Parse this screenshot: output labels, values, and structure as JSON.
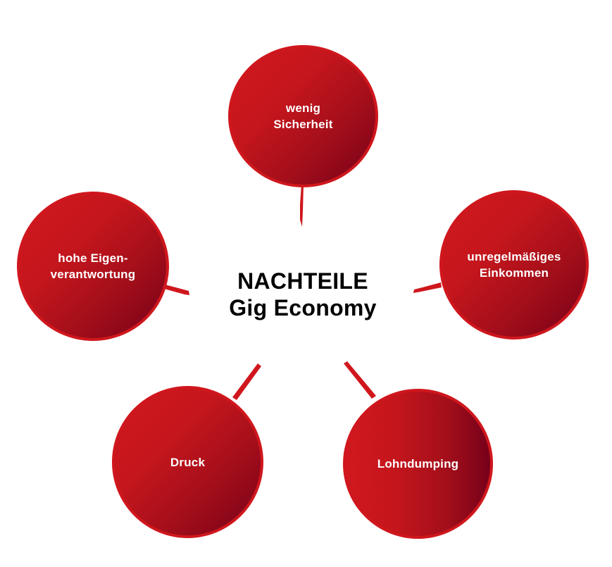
{
  "title": {
    "line1": "NACHTEILE",
    "line2": "Gig Economy"
  },
  "bubbles": [
    {
      "id": "top",
      "label": "wenig\nSicherheit"
    },
    {
      "id": "left",
      "label": "hohe Eigen-\nverantwortung"
    },
    {
      "id": "right",
      "label": "unregelmäßiges\nEinkommen"
    },
    {
      "id": "bottom-left",
      "label": "Druck"
    },
    {
      "id": "bottom-right",
      "label": "Lohndumping"
    }
  ],
  "colors": {
    "bubble_light": "#d0181e",
    "bubble_dark": "#76001a",
    "bubble_rim": "#cf171d",
    "connector": "#cf171d",
    "title_text": "#000000",
    "bubble_text": "#ffffff",
    "background": "#ffffff"
  }
}
